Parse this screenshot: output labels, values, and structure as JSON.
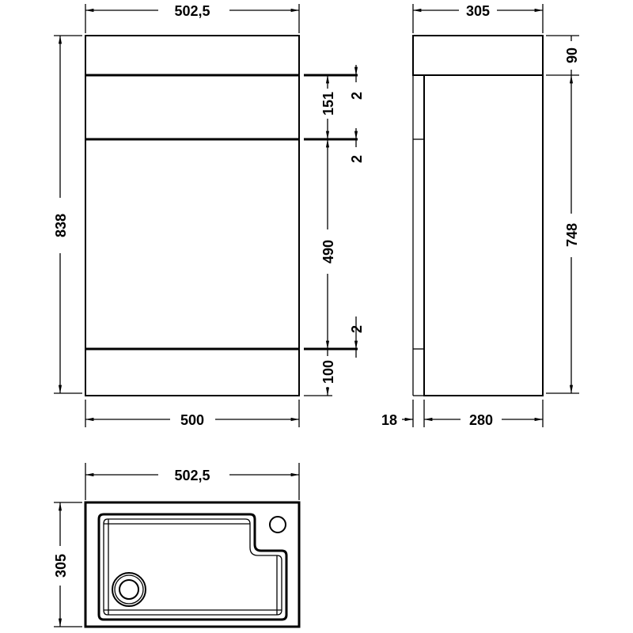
{
  "front_view": {
    "width_top": "502,5",
    "height_total": "838",
    "width_bottom": "500",
    "basin_to_door_gap": "2",
    "drawer_height": "151",
    "drawer_door_gap": "2",
    "door_height": "490",
    "door_plinth_gap": "2",
    "plinth_height": "100"
  },
  "side_view": {
    "depth_top": "305",
    "basin_height": "90",
    "cabinet_height": "748",
    "door_thickness": "18",
    "cabinet_depth": "280"
  },
  "plan_view": {
    "width": "502,5",
    "depth": "305"
  }
}
